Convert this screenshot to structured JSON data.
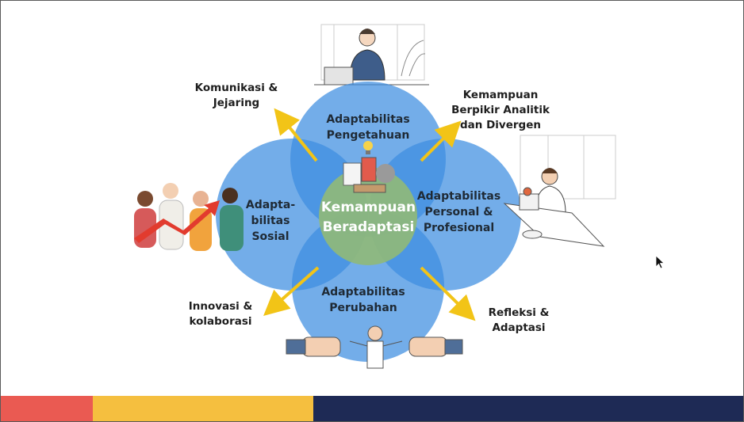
{
  "center": {
    "label": "Kemampuan\nBeradaptasi",
    "color": "#8fb87a"
  },
  "circles": [
    {
      "label": "Adaptabilitas\nPengetahuan"
    },
    {
      "label": "Adapta-\nbilitas\nSosial"
    },
    {
      "label": "Adaptabilitas\nPersonal &\nProfesional"
    },
    {
      "label": "Adaptabilitas\nPerubahan"
    }
  ],
  "outer_labels": {
    "top_left": "Komunikasi &\nJejaring",
    "top_right": "Kemampuan\nBerpikir Analitik\ndan Divergen",
    "bottom_left": "Innovasi &\nkolaborasi",
    "bottom_right": "Refleksi &\nAdaptasi"
  },
  "colors": {
    "circle": "#3d8ee0",
    "arrow": "#f2c417",
    "bar_red": "#ea5a52",
    "bar_yellow": "#f5bf3f",
    "bar_navy": "#1e2a55"
  },
  "icons": [
    "laptop-worker-illustration",
    "group-of-people-illustration",
    "desk-worker-illustration",
    "arms-wrestling-illustration",
    "lightbulb-icon",
    "mouse-cursor-icon"
  ]
}
